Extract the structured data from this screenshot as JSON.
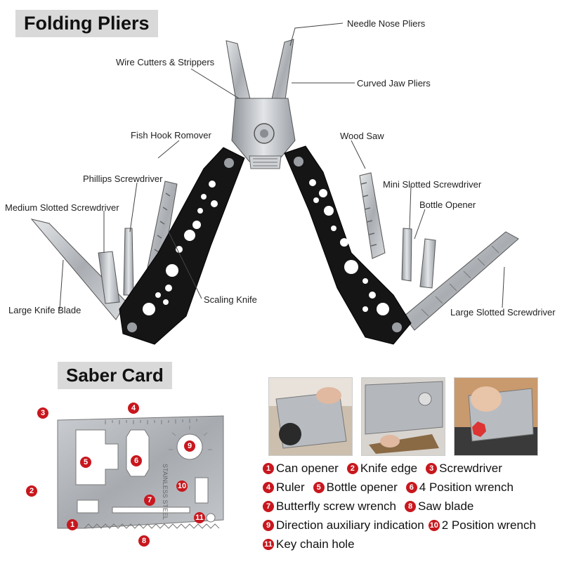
{
  "titles": {
    "folding_pliers": "Folding Pliers",
    "saber_card": "Saber Card"
  },
  "pliers_callouts": {
    "needle_nose": "Needle Nose Pliers",
    "wire_cutters": "Wire Cutters & Strippers",
    "curved_jaw": "Curved Jaw Pliers",
    "fish_hook": "Fish Hook Romover",
    "wood_saw": "Wood Saw",
    "phillips": "Phillips Screwdriver",
    "mini_slotted": "Mini Slotted Screwdriver",
    "bottle_opener": "Bottle Opener",
    "medium_slotted": "Medium Slotted Screwdriver",
    "scaling_knife": "Scaling Knife",
    "large_knife": "Large Knife Blade",
    "large_slotted": "Large Slotted Screwdriver"
  },
  "card_markers": [
    "1",
    "2",
    "3",
    "4",
    "5",
    "6",
    "7",
    "8",
    "9",
    "10",
    "11"
  ],
  "card_text": "STAINLESS STEEL",
  "legend": [
    {
      "num": "1",
      "label": "Can opener"
    },
    {
      "num": "2",
      "label": "Knife edge"
    },
    {
      "num": "3",
      "label": "Screwdriver"
    },
    {
      "num": "4",
      "label": "Ruler"
    },
    {
      "num": "5",
      "label": "Bottle opener"
    },
    {
      "num": "6",
      "label": "4 Position wrench"
    },
    {
      "num": "7",
      "label": "Butterfly screw wrench"
    },
    {
      "num": "8",
      "label": "Saw blade"
    },
    {
      "num": "9",
      "label": "Direction auxiliary indication"
    },
    {
      "num": "10",
      "label": "2 Position wrench"
    },
    {
      "num": "11",
      "label": "Key chain hole"
    }
  ],
  "colors": {
    "badge": "#c8171e",
    "title_bg": "#d9d9d9",
    "steel": "#b9bdc2",
    "handle": "#111111"
  }
}
